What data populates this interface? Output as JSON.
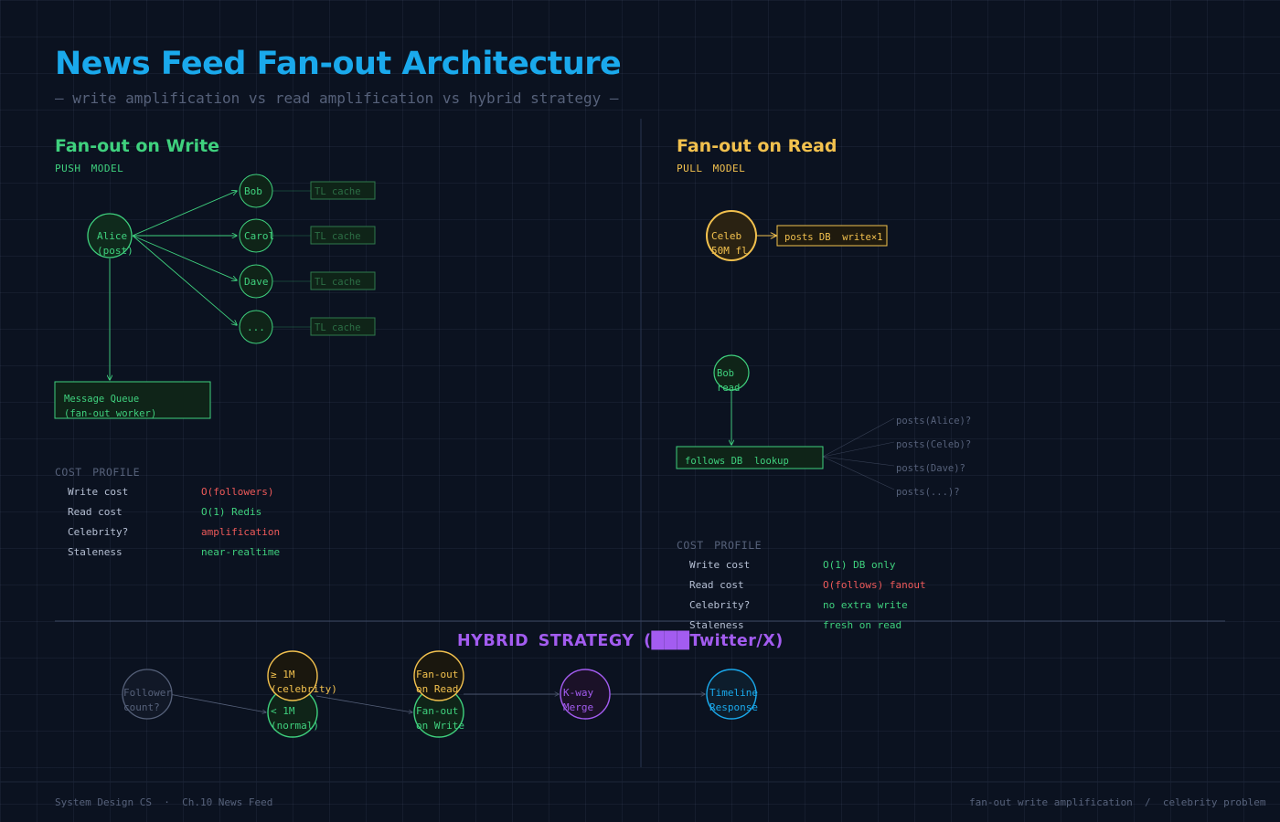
{
  "header": {
    "title": "News Feed Fan-out Architecture",
    "subtitle": "— write amplification vs read amplification vs hybrid strategy —"
  },
  "colors": {
    "background": "#0b1220",
    "accent_blue": "#1aa9ec",
    "green": "#3fd17e",
    "yellow": "#f2c14e",
    "purple": "#a35cf0",
    "red": "#ef5a5a",
    "grey": "#56617a"
  },
  "write_section": {
    "title": "Fan-out on Write",
    "model": "PUSH MODEL",
    "source_node": [
      "Alice",
      "(post)"
    ],
    "followers": [
      "Bob",
      "Carol",
      "Dave",
      "..."
    ],
    "cache_label": "TL cache",
    "queue": [
      "Message Queue",
      "(fan-out worker)"
    ],
    "cost": {
      "heading": "COST PROFILE",
      "rows": [
        {
          "label": "Write cost",
          "value": "O(followers)"
        },
        {
          "label": "Read cost",
          "value": "O(1) Redis"
        },
        {
          "label": "Celebrity?",
          "value": "amplification"
        },
        {
          "label": "Staleness",
          "value": "near-realtime"
        }
      ]
    }
  },
  "read_section": {
    "title": "Fan-out on Read",
    "model": "PULL MODEL",
    "celeb_node": [
      "Celeb",
      "50M fl"
    ],
    "posts_db": "posts DB  write×1",
    "reader_node": [
      "Bob",
      "read"
    ],
    "follows_db": "follows DB  lookup",
    "queries": [
      "posts(Alice)?",
      "posts(Celeb)?",
      "posts(Dave)?",
      "posts(...)?"
    ],
    "cost": {
      "heading": "COST PROFILE",
      "rows": [
        {
          "label": "Write cost",
          "value": "O(1) DB only"
        },
        {
          "label": "Read cost",
          "value": "O(follows) fanout"
        },
        {
          "label": "Celebrity?",
          "value": "no extra write"
        },
        {
          "label": "Staleness",
          "value": "fresh on read"
        }
      ]
    }
  },
  "hybrid": {
    "title": "HYBRID STRATEGY (███Twitter/X)",
    "follower_count": [
      "Follower",
      "count?"
    ],
    "celebrity_branch": [
      "≥ 1M",
      "(celebrity)"
    ],
    "normal_branch": [
      "< 1M",
      "(normal)"
    ],
    "fanout_read": [
      "Fan-out",
      "on Read"
    ],
    "fanout_write": [
      "Fan-out",
      "on Write"
    ],
    "merge": [
      "K-way",
      "Merge"
    ],
    "response": [
      "Timeline",
      "Response"
    ]
  },
  "footer": {
    "left": "System Design CS  ·  Ch.10 News Feed",
    "right": "fan-out write amplification  /  celebrity problem"
  }
}
